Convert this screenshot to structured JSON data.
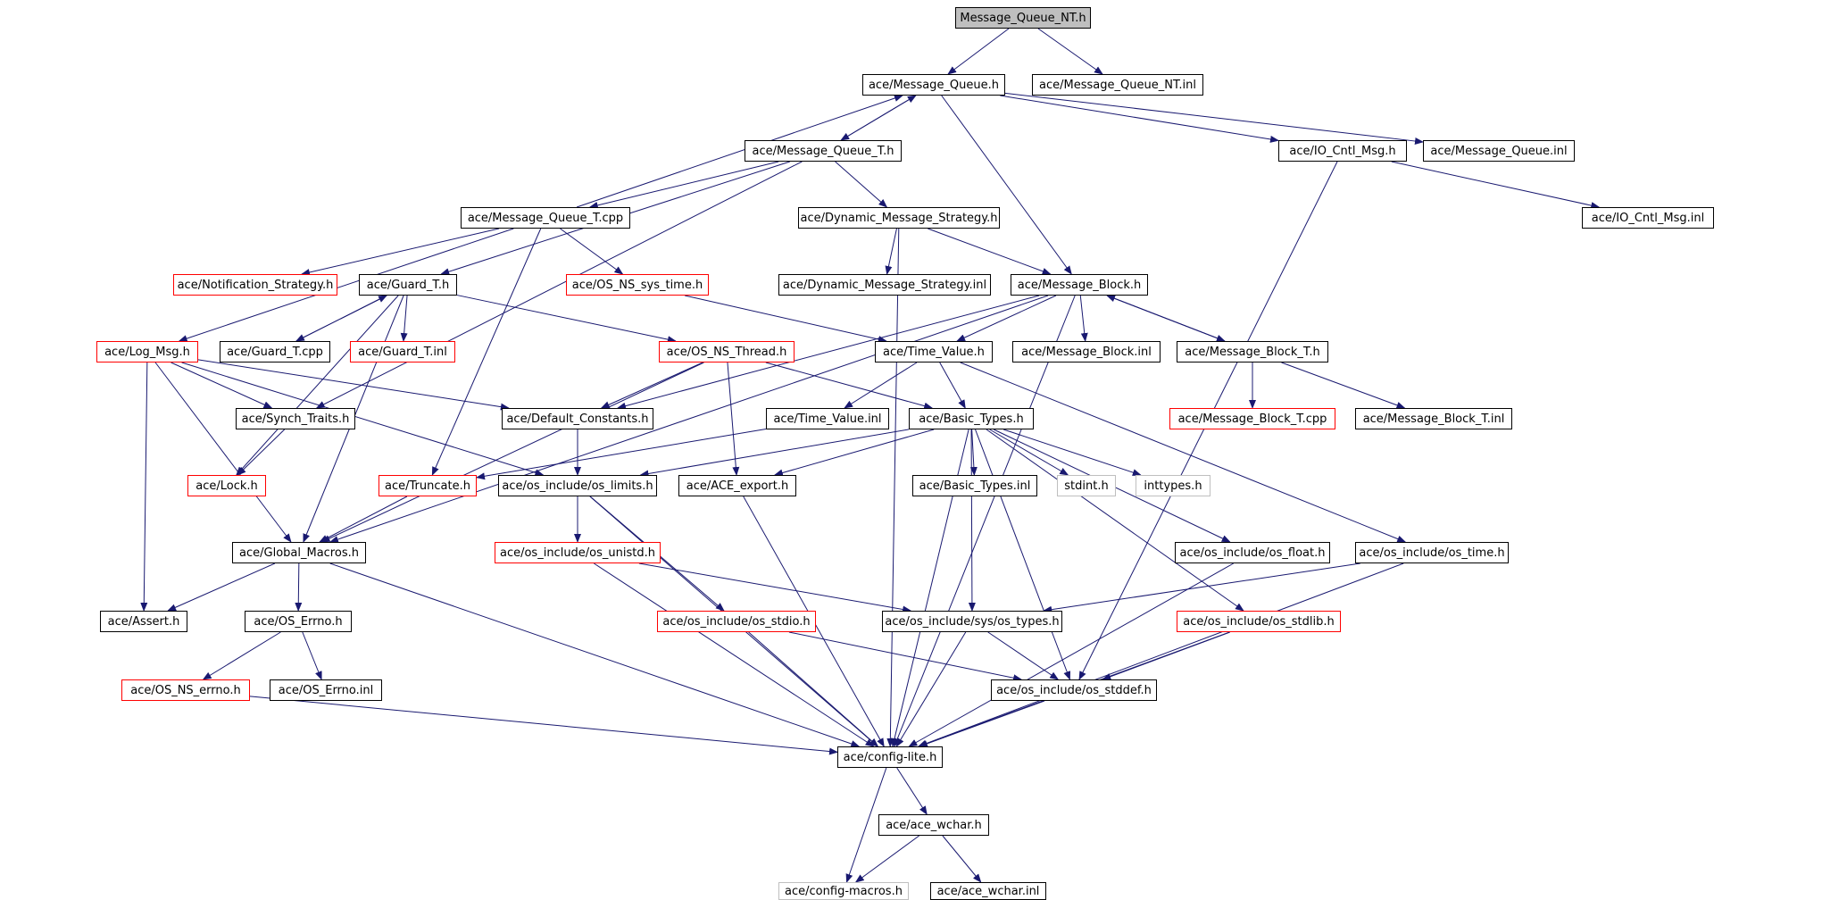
{
  "diagram": {
    "colors": {
      "edge": "#191970",
      "root_fill": "#bfbfbf",
      "node_border": "#000000",
      "missing_border": "#ff0000",
      "external_border": "#bfbfbf"
    },
    "nodes": [
      {
        "id": "mqnt_h",
        "label": "Message_Queue_NT.h",
        "style": "root"
      },
      {
        "id": "mq_h",
        "label": "ace/Message_Queue.h",
        "style": "normal"
      },
      {
        "id": "mqnt_inl",
        "label": "ace/Message_Queue_NT.inl",
        "style": "normal"
      },
      {
        "id": "mqt_h",
        "label": "ace/Message_Queue_T.h",
        "style": "normal"
      },
      {
        "id": "ioc_h",
        "label": "ace/IO_Cntl_Msg.h",
        "style": "normal"
      },
      {
        "id": "mq_inl",
        "label": "ace/Message_Queue.inl",
        "style": "normal"
      },
      {
        "id": "mqt_cpp",
        "label": "ace/Message_Queue_T.cpp",
        "style": "normal"
      },
      {
        "id": "dms_h",
        "label": "ace/Dynamic_Message_Strategy.h",
        "style": "normal"
      },
      {
        "id": "ioc_inl",
        "label": "ace/IO_Cntl_Msg.inl",
        "style": "normal"
      },
      {
        "id": "ns_h",
        "label": "ace/Notification_Strategy.h",
        "style": "missing"
      },
      {
        "id": "gt_h",
        "label": "ace/Guard_T.h",
        "style": "normal"
      },
      {
        "id": "ossys_h",
        "label": "ace/OS_NS_sys_time.h",
        "style": "missing"
      },
      {
        "id": "dms_inl",
        "label": "ace/Dynamic_Message_Strategy.inl",
        "style": "normal"
      },
      {
        "id": "mb_h",
        "label": "ace/Message_Block.h",
        "style": "normal"
      },
      {
        "id": "log_h",
        "label": "ace/Log_Msg.h",
        "style": "missing"
      },
      {
        "id": "gt_cpp",
        "label": "ace/Guard_T.cpp",
        "style": "normal"
      },
      {
        "id": "gt_inl",
        "label": "ace/Guard_T.inl",
        "style": "missing"
      },
      {
        "id": "osthr_h",
        "label": "ace/OS_NS_Thread.h",
        "style": "missing"
      },
      {
        "id": "tv_h",
        "label": "ace/Time_Value.h",
        "style": "normal"
      },
      {
        "id": "mb_inl",
        "label": "ace/Message_Block.inl",
        "style": "normal"
      },
      {
        "id": "mbt_h",
        "label": "ace/Message_Block_T.h",
        "style": "normal"
      },
      {
        "id": "st_h",
        "label": "ace/Synch_Traits.h",
        "style": "normal"
      },
      {
        "id": "dc_h",
        "label": "ace/Default_Constants.h",
        "style": "normal"
      },
      {
        "id": "tv_inl",
        "label": "ace/Time_Value.inl",
        "style": "normal"
      },
      {
        "id": "bt_h",
        "label": "ace/Basic_Types.h",
        "style": "normal"
      },
      {
        "id": "mbt_cpp",
        "label": "ace/Message_Block_T.cpp",
        "style": "missing"
      },
      {
        "id": "mbt_inl",
        "label": "ace/Message_Block_T.inl",
        "style": "normal"
      },
      {
        "id": "lock_h",
        "label": "ace/Lock.h",
        "style": "missing"
      },
      {
        "id": "trunc_h",
        "label": "ace/Truncate.h",
        "style": "missing"
      },
      {
        "id": "oslim_h",
        "label": "ace/os_include/os_limits.h",
        "style": "normal"
      },
      {
        "id": "exp_h",
        "label": "ace/ACE_export.h",
        "style": "normal"
      },
      {
        "id": "bt_inl",
        "label": "ace/Basic_Types.inl",
        "style": "normal"
      },
      {
        "id": "stdint_h",
        "label": "stdint.h",
        "style": "external"
      },
      {
        "id": "inttypes_h",
        "label": "inttypes.h",
        "style": "external"
      },
      {
        "id": "gm_h",
        "label": "ace/Global_Macros.h",
        "style": "normal"
      },
      {
        "id": "osun_h",
        "label": "ace/os_include/os_unistd.h",
        "style": "missing"
      },
      {
        "id": "osfl_h",
        "label": "ace/os_include/os_float.h",
        "style": "normal"
      },
      {
        "id": "ostime_h",
        "label": "ace/os_include/os_time.h",
        "style": "normal"
      },
      {
        "id": "assert_h",
        "label": "ace/Assert.h",
        "style": "normal"
      },
      {
        "id": "oserr_h",
        "label": "ace/OS_Errno.h",
        "style": "normal"
      },
      {
        "id": "osstdio_h",
        "label": "ace/os_include/os_stdio.h",
        "style": "missing"
      },
      {
        "id": "ostypes_h",
        "label": "ace/os_include/sys/os_types.h",
        "style": "normal"
      },
      {
        "id": "osstdlib_h",
        "label": "ace/os_include/os_stdlib.h",
        "style": "missing"
      },
      {
        "id": "oserrno_h",
        "label": "ace/OS_NS_errno.h",
        "style": "missing"
      },
      {
        "id": "oserr_inl",
        "label": "ace/OS_Errno.inl",
        "style": "normal"
      },
      {
        "id": "osstddef_h",
        "label": "ace/os_include/os_stddef.h",
        "style": "normal"
      },
      {
        "id": "cfg_h",
        "label": "ace/config-lite.h",
        "style": "normal"
      },
      {
        "id": "wchar_h",
        "label": "ace/ace_wchar.h",
        "style": "normal"
      },
      {
        "id": "cfgm_h",
        "label": "ace/config-macros.h",
        "style": "external"
      },
      {
        "id": "wchar_inl",
        "label": "ace/ace_wchar.inl",
        "style": "normal"
      }
    ],
    "edges": [
      [
        "mqnt_h",
        "mq_h"
      ],
      [
        "mqnt_h",
        "mqnt_inl"
      ],
      [
        "mq_h",
        "mqt_h"
      ],
      [
        "mq_h",
        "ioc_h"
      ],
      [
        "mq_h",
        "mq_inl"
      ],
      [
        "mq_h",
        "mb_h"
      ],
      [
        "mqt_h",
        "mq_h"
      ],
      [
        "mqt_h",
        "mqt_cpp"
      ],
      [
        "mqt_h",
        "dms_h"
      ],
      [
        "mqt_h",
        "gt_h"
      ],
      [
        "mqt_h",
        "st_h"
      ],
      [
        "mqt_cpp",
        "mq_h"
      ],
      [
        "mqt_cpp",
        "ns_h"
      ],
      [
        "mqt_cpp",
        "ossys_h"
      ],
      [
        "mqt_cpp",
        "log_h"
      ],
      [
        "mqt_cpp",
        "trunc_h"
      ],
      [
        "dms_h",
        "dms_inl"
      ],
      [
        "dms_h",
        "mb_h"
      ],
      [
        "dms_h",
        "cfg_h"
      ],
      [
        "ioc_h",
        "ioc_inl"
      ],
      [
        "ioc_h",
        "osstddef_h"
      ],
      [
        "gt_h",
        "gt_cpp"
      ],
      [
        "gt_h",
        "gt_inl"
      ],
      [
        "gt_h",
        "osthr_h"
      ],
      [
        "gt_h",
        "lock_h"
      ],
      [
        "gt_h",
        "gm_h"
      ],
      [
        "gt_cpp",
        "gt_h"
      ],
      [
        "ossys_h",
        "tv_h"
      ],
      [
        "mb_h",
        "tv_h"
      ],
      [
        "mb_h",
        "mb_inl"
      ],
      [
        "mb_h",
        "mbt_h"
      ],
      [
        "mb_h",
        "dc_h"
      ],
      [
        "mb_h",
        "gm_h"
      ],
      [
        "mb_h",
        "cfg_h"
      ],
      [
        "mbt_h",
        "mb_h"
      ],
      [
        "mbt_h",
        "mbt_cpp"
      ],
      [
        "mbt_h",
        "mbt_inl"
      ],
      [
        "log_h",
        "st_h"
      ],
      [
        "log_h",
        "dc_h"
      ],
      [
        "log_h",
        "oslim_h"
      ],
      [
        "log_h",
        "gm_h"
      ],
      [
        "log_h",
        "assert_h"
      ],
      [
        "osthr_h",
        "dc_h"
      ],
      [
        "osthr_h",
        "bt_h"
      ],
      [
        "osthr_h",
        "exp_h"
      ],
      [
        "osthr_h",
        "gm_h"
      ],
      [
        "tv_h",
        "tv_inl"
      ],
      [
        "tv_h",
        "bt_h"
      ],
      [
        "tv_h",
        "ostime_h"
      ],
      [
        "st_h",
        "lock_h"
      ],
      [
        "dc_h",
        "oslim_h"
      ],
      [
        "tv_inl",
        "trunc_h"
      ],
      [
        "bt_h",
        "bt_inl"
      ],
      [
        "bt_h",
        "stdint_h"
      ],
      [
        "bt_h",
        "inttypes_h"
      ],
      [
        "bt_h",
        "oslim_h"
      ],
      [
        "bt_h",
        "exp_h"
      ],
      [
        "bt_h",
        "ostypes_h"
      ],
      [
        "bt_h",
        "osfl_h"
      ],
      [
        "bt_h",
        "osstdlib_h"
      ],
      [
        "bt_h",
        "osstddef_h"
      ],
      [
        "bt_h",
        "cfg_h"
      ],
      [
        "trunc_h",
        "gm_h"
      ],
      [
        "oslim_h",
        "osun_h"
      ],
      [
        "oslim_h",
        "osstdio_h"
      ],
      [
        "oslim_h",
        "cfg_h"
      ],
      [
        "exp_h",
        "cfg_h"
      ],
      [
        "gm_h",
        "assert_h"
      ],
      [
        "gm_h",
        "oserr_h"
      ],
      [
        "gm_h",
        "cfg_h"
      ],
      [
        "osun_h",
        "ostypes_h"
      ],
      [
        "osun_h",
        "cfg_h"
      ],
      [
        "osfl_h",
        "cfg_h"
      ],
      [
        "ostime_h",
        "ostypes_h"
      ],
      [
        "ostime_h",
        "cfg_h"
      ],
      [
        "oserr_h",
        "oserrno_h"
      ],
      [
        "oserr_h",
        "oserr_inl"
      ],
      [
        "osstdio_h",
        "osstddef_h"
      ],
      [
        "osstdio_h",
        "cfg_h"
      ],
      [
        "ostypes_h",
        "osstddef_h"
      ],
      [
        "ostypes_h",
        "cfg_h"
      ],
      [
        "osstdlib_h",
        "osstddef_h"
      ],
      [
        "osstdlib_h",
        "cfg_h"
      ],
      [
        "oserrno_h",
        "cfg_h"
      ],
      [
        "osstddef_h",
        "cfg_h"
      ],
      [
        "cfg_h",
        "wchar_h"
      ],
      [
        "cfg_h",
        "cfgm_h"
      ],
      [
        "wchar_h",
        "cfgm_h"
      ],
      [
        "wchar_h",
        "wchar_inl"
      ]
    ]
  }
}
